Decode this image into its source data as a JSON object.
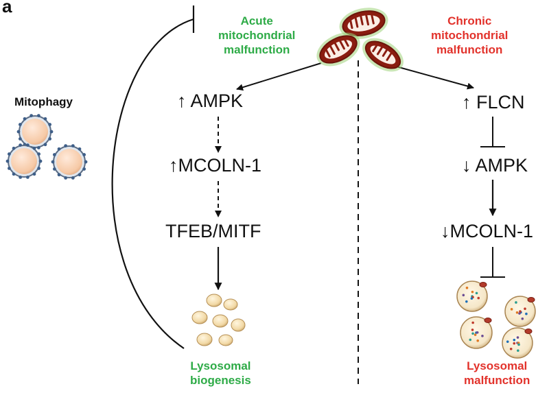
{
  "panel_label": "a",
  "left_pathway": {
    "trigger": [
      "Acute",
      "mitochondrial",
      "malfunction"
    ],
    "steps": [
      "↑ AMPK",
      "↑MCOLN-1",
      "TFEB/MITF"
    ],
    "outcome": [
      "Lysosomal",
      "biogenesis"
    ]
  },
  "right_pathway": {
    "trigger": [
      "Chronic",
      "mitochondrial",
      "malfunction"
    ],
    "steps": [
      "↑ FLCN",
      "↓ AMPK",
      "↓MCOLN-1"
    ],
    "outcome": [
      "Lysosomal",
      "malfunction"
    ]
  },
  "feedback_label": "Mitophagy",
  "colors": {
    "acute": "#2eab47",
    "chronic": "#e2322b",
    "mitochondria_membrane": "#8a1c10",
    "mitochondria_halo": "#8fc36a",
    "lysosome": "#f2d9a6",
    "autophagosome": "#f6c9a6"
  },
  "icons": [
    "mitochondria-icon",
    "autophagosome-icon",
    "lysosome-icon",
    "dysfunctional-lysosome-icon"
  ]
}
